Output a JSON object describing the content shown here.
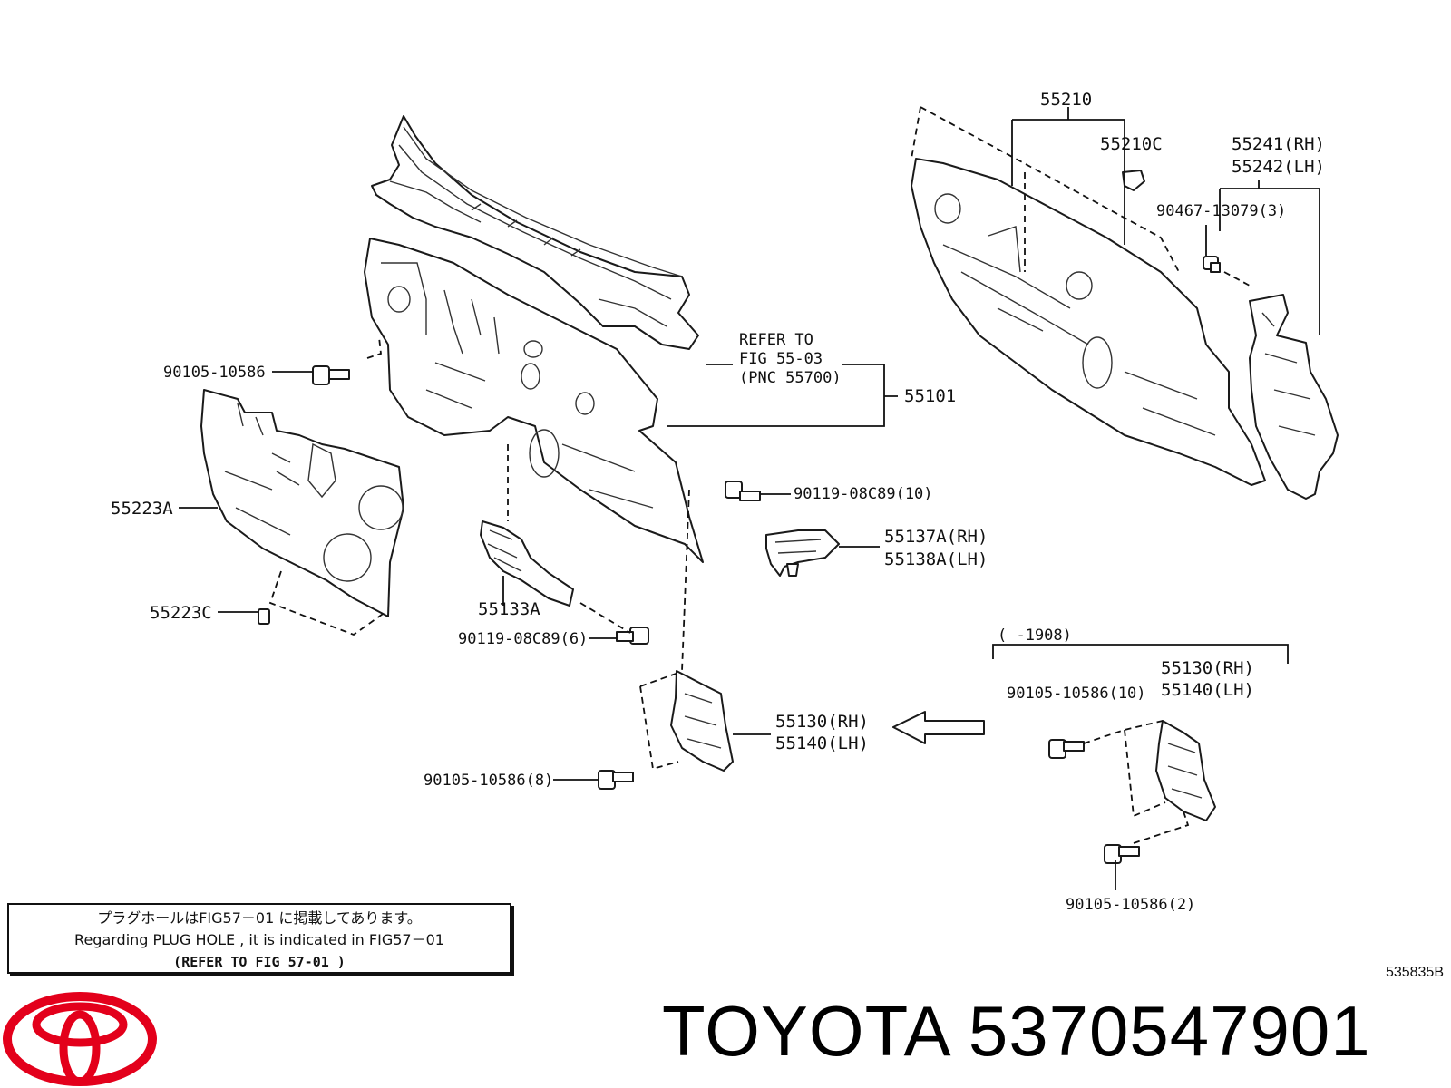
{
  "labels": {
    "p55210": "55210",
    "p55210c": "55210C",
    "p55241": "55241(RH)",
    "p55242": "55242(LH)",
    "p90467": "90467-13079(3)",
    "refer_to": "REFER TO",
    "fig_55_03": "FIG 55-03",
    "pnc_55700": "(PNC 55700)",
    "p55101": "55101",
    "p90105_top": "90105-10586",
    "p55223a": "55223A",
    "p55223c": "55223C",
    "p55133a": "55133A",
    "p90119_6": "90119-08C89(6)",
    "p90119_10": "90119-08C89(10)",
    "p55137a": "55137A(RH)",
    "p55138a": "55138A(LH)",
    "range": "(    -1908)",
    "p55130_right": "55130(RH)",
    "p55140_right": "55140(LH)",
    "p90105_10": "90105-10586(10)",
    "p55130_mid": "55130(RH)",
    "p55140_mid": "55140(LH)",
    "p90105_8": "90105-10586(8)",
    "p90105_2": "90105-10586(2)"
  },
  "note": {
    "japanese": "プラグホールはFIG57－01 に掲載してあります。",
    "english": "Regarding  PLUG HOLE , it is  indicated  in  FIG57－01",
    "refer": "(REFER  TO  FIG  57-01   )"
  },
  "ref_code": "535835B",
  "brand": "TOYOTA 5370547901",
  "logo": {
    "name": "toyota-emblem",
    "color": "#e3001b"
  }
}
